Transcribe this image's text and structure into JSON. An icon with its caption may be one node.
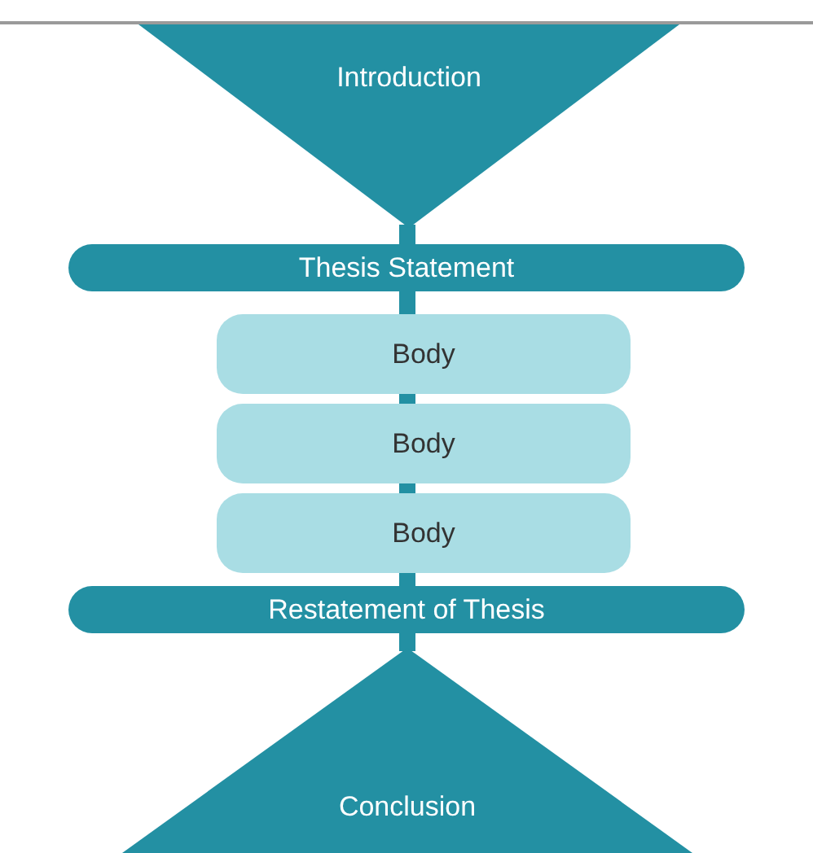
{
  "diagram": {
    "nodes": [
      {
        "text": [
          "Introduction"
        ]
      },
      {
        "text": [
          "Thesis Statement"
        ]
      },
      {
        "text": [
          "Body"
        ]
      },
      {
        "text": [
          "Body"
        ]
      },
      {
        "text": [
          "Body"
        ]
      },
      {
        "text": [
          "Restatement of Thesis"
        ]
      },
      {
        "text": [
          "Conclusion"
        ]
      }
    ],
    "edges": [
      {
        "from": 0,
        "to": 1,
        "arrow": "none"
      },
      {
        "from": 1,
        "to": 2,
        "arrow": "none"
      },
      {
        "from": 2,
        "to": 3,
        "arrow": "none"
      },
      {
        "from": 3,
        "to": 4,
        "arrow": "none"
      },
      {
        "from": 4,
        "to": 5,
        "arrow": "none"
      },
      {
        "from": 5,
        "to": 6,
        "arrow": "none"
      }
    ]
  }
}
